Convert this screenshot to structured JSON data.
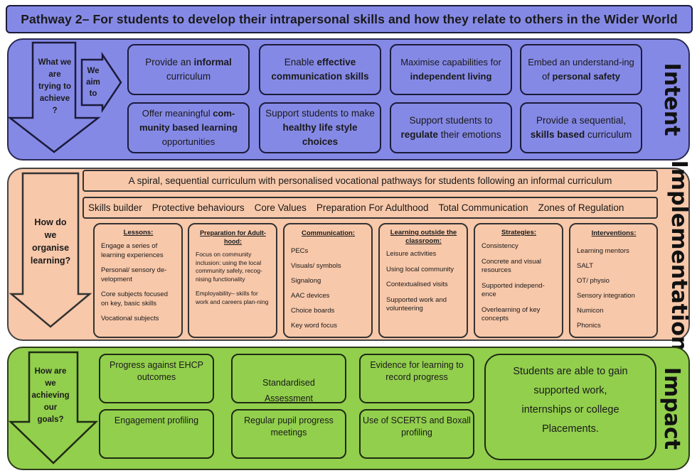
{
  "title": "Pathway 2– For students to develop their intrapersonal skills and how they relate to others in the Wider World",
  "intent": {
    "label": "Intent",
    "arrow_question": [
      "What we",
      "are",
      "trying to",
      "achieve",
      "?"
    ],
    "aim_arrow": [
      "We",
      "aim",
      "to"
    ],
    "cards": [
      {
        "pre": "Provide an ",
        "bold": "informal",
        "post": " curriculum"
      },
      {
        "pre": "Enable ",
        "bold": "effective communication skills",
        "post": ""
      },
      {
        "pre": "Maximise capabilities for ",
        "bold": "independent living",
        "post": ""
      },
      {
        "pre": "Embed an understand-ing of ",
        "bold": "personal safety",
        "post": ""
      },
      {
        "pre": "Offer meaningful ",
        "bold": "com-munity based learning",
        "post": " opportunities"
      },
      {
        "pre": "Support students to make ",
        "bold": "healthy life style choices",
        "post": ""
      },
      {
        "pre": "Support students to ",
        "bold": "regulate",
        "post": " their emotions"
      },
      {
        "pre": "Provide a sequential, ",
        "bold": "skills based",
        "post": " curriculum"
      }
    ]
  },
  "implementation": {
    "label": "Implementation",
    "arrow_question": [
      "How do",
      "we",
      "organise",
      "learning?"
    ],
    "banner": "A spiral, sequential curriculum with personalised vocational pathways for students following an informal curriculum",
    "pillars": [
      "Skills builder",
      "Protective behaviours",
      "Core Values",
      "Preparation For Adulthood",
      "Total Communication",
      "Zones of Regulation"
    ],
    "columns": [
      {
        "heading": "Lessons:",
        "items": [
          "Engage a series of learning experiences",
          "Personal/ sensory de-velopment",
          "Core subjects focused on key, basic skills",
          "Vocational subjects"
        ]
      },
      {
        "heading": "Preparation for Adult-hood:",
        "items": [
          "Focus on community inclusion: using the local community safely, recog-nising functionality",
          "Employability– skills for work and careers plan-ning"
        ]
      },
      {
        "heading": "Communication:",
        "items": [
          "PECs",
          "Visuals/ symbols",
          "Signalong",
          "AAC devices",
          "Choice boards",
          "Key word focus"
        ]
      },
      {
        "heading": "Learning outside the classroom:",
        "items": [
          "Leisure activities",
          "Using local community",
          "Contextualised visits",
          "Supported work and volunteering"
        ]
      },
      {
        "heading": "Strategies:",
        "items": [
          "Consistency",
          "Concrete and visual resources",
          "Supported independ-ence",
          "Overlearning of key concepts"
        ]
      },
      {
        "heading": "Interventions:",
        "items": [
          "Learning mentors",
          "SALT",
          "OT/ physio",
          "Sensory integration",
          "Numicon",
          "Phonics"
        ]
      }
    ]
  },
  "impact": {
    "label": "Impact",
    "arrow_question": [
      "How are",
      "we",
      "achieving",
      "our",
      "goals?"
    ],
    "cards": [
      "Progress against EHCP outcomes",
      "Standardised\nAssessment",
      "Evidence for learning to record progress",
      "Engagement profiling",
      "Regular pupil progress meetings",
      "Use of SCERTS and Boxall profiling"
    ],
    "outcome": "Students are able to gain supported work, internships or college Placements."
  },
  "colors": {
    "intent": "#8589e6",
    "implementation": "#f8c8aa",
    "impact": "#92cf4d"
  }
}
